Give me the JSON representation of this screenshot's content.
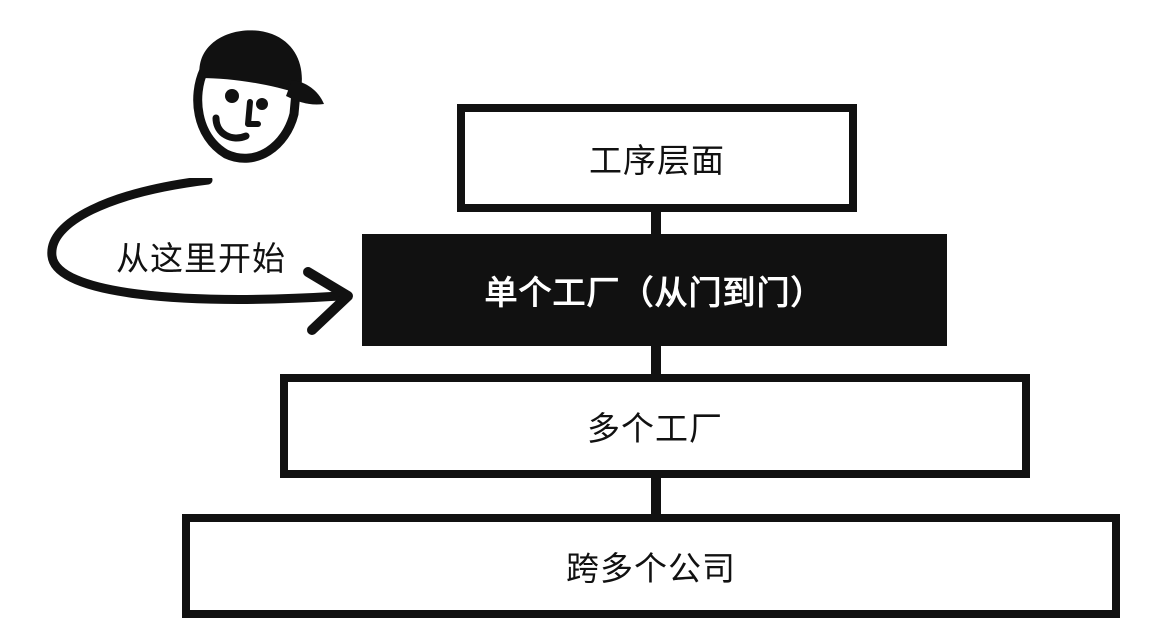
{
  "diagram": {
    "start_label": "从这里开始",
    "levels": [
      {
        "label": "工序层面",
        "style": "outline"
      },
      {
        "label": "单个工厂（从门到门）",
        "style": "filled"
      },
      {
        "label": "多个工厂",
        "style": "outline"
      },
      {
        "label": "跨多个公司",
        "style": "outline"
      }
    ],
    "icons": {
      "character": "face-with-cap-icon",
      "arrow": "curved-arrow-icon"
    },
    "colors": {
      "ink": "#111111",
      "background": "#ffffff",
      "highlight_text": "#ffffff"
    }
  }
}
